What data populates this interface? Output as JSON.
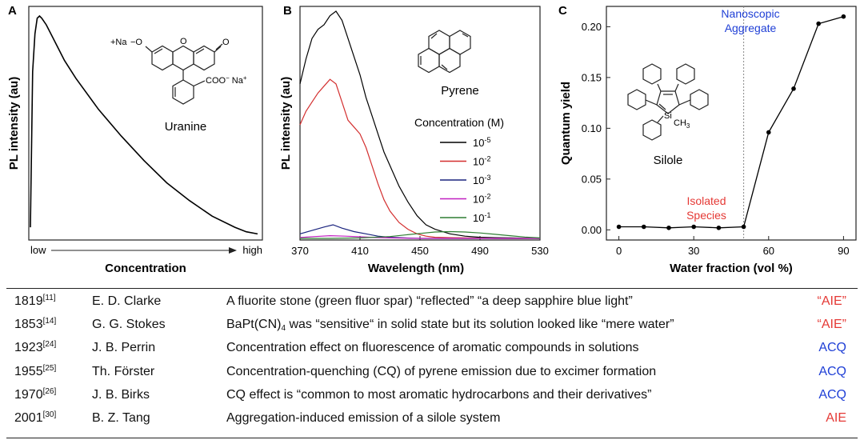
{
  "panels": {
    "A": {
      "letter": "A",
      "ylabel": "PL intensity (au)",
      "xlabel": "Concentration",
      "x_low": "low",
      "x_high": "high",
      "compound": "Uranine",
      "mol_labels": {
        "cation_left": "+Na",
        "o_minus": "−O",
        "o_ring": "O",
        "o_ketone": "O",
        "carboxylate": "COO",
        "carboxylate_charge": "−",
        "na": "Na",
        "na_charge": "+"
      }
    },
    "B": {
      "letter": "B",
      "ylabel": "PL intensity (au)",
      "xlabel": "Wavelength (nm)",
      "compound": "Pyrene",
      "legend_title": "Concentration (M)"
    },
    "C": {
      "letter": "C",
      "ylabel": "Quantum yield",
      "xlabel": "Water fraction (vol %)",
      "compound": "Silole",
      "mol_labels": {
        "si": "Si",
        "ch3": "CH",
        "ch3_sub": "3"
      },
      "annot_aggregate": [
        "Nanoscopic",
        "Aggregate"
      ],
      "annot_isolated": [
        "Isolated",
        "Species"
      ]
    }
  },
  "chart_data": [
    {
      "type": "line",
      "panel": "A",
      "title": "",
      "xlabel": "Concentration",
      "ylabel": "PL intensity (au)",
      "x_tick_labels": [
        "low",
        "high"
      ],
      "xlim": [
        0,
        1
      ],
      "ylim": [
        0,
        1
      ],
      "series": [
        {
          "color": "#000000",
          "x": [
            0,
            0.01,
            0.02,
            0.03,
            0.04,
            0.05,
            0.07,
            0.1,
            0.15,
            0.2,
            0.3,
            0.4,
            0.5,
            0.6,
            0.7,
            0.8,
            0.9,
            0.95,
            1.0
          ],
          "y": [
            0.05,
            0.75,
            0.92,
            0.99,
            1.0,
            0.99,
            0.96,
            0.9,
            0.8,
            0.72,
            0.58,
            0.46,
            0.35,
            0.25,
            0.17,
            0.1,
            0.05,
            0.03,
            0.02
          ]
        }
      ],
      "grid": false
    },
    {
      "type": "line",
      "panel": "B",
      "title": "",
      "xlabel": "Wavelength (nm)",
      "ylabel": "PL intensity (au)",
      "xlim": [
        370,
        530
      ],
      "ylim": [
        0,
        1
      ],
      "x_ticks": [
        370,
        410,
        450,
        490,
        530
      ],
      "legend": "right",
      "series": [
        {
          "name": "10-5",
          "name_base": "10",
          "name_exp": "-5",
          "color": "#000000",
          "x": [
            370,
            374,
            378,
            382,
            386,
            390,
            394,
            398,
            402,
            406,
            410,
            414,
            418,
            422,
            426,
            430,
            436,
            442,
            448,
            454,
            460,
            470,
            480,
            490,
            500,
            510,
            520,
            530
          ],
          "y": [
            0.68,
            0.79,
            0.88,
            0.92,
            0.94,
            0.98,
            1.0,
            0.96,
            0.88,
            0.8,
            0.72,
            0.62,
            0.54,
            0.46,
            0.38,
            0.32,
            0.23,
            0.16,
            0.1,
            0.06,
            0.04,
            0.02,
            0.01,
            0.005,
            0.003,
            0.002,
            0.001,
            0.0
          ]
        },
        {
          "name": "10-2",
          "name_base": "10",
          "name_exp": "-2",
          "color": "#d32f2f",
          "x": [
            370,
            374,
            378,
            382,
            386,
            390,
            394,
            398,
            402,
            406,
            410,
            414,
            418,
            422,
            426,
            430,
            436,
            442,
            448,
            454,
            460,
            470,
            480,
            490,
            500,
            510,
            520,
            530
          ],
          "y": [
            0.5,
            0.56,
            0.6,
            0.64,
            0.67,
            0.7,
            0.68,
            0.6,
            0.52,
            0.49,
            0.46,
            0.4,
            0.32,
            0.24,
            0.17,
            0.12,
            0.07,
            0.04,
            0.02,
            0.01,
            0.005,
            0.003,
            0.002,
            0.001,
            0.0,
            0.0,
            0.0,
            0.0
          ]
        },
        {
          "name": "10-3",
          "name_base": "10",
          "name_exp": "-3",
          "color": "#1a237e",
          "x": [
            370,
            378,
            386,
            392,
            398,
            406,
            414,
            422,
            430,
            440,
            450,
            470,
            490,
            510,
            530
          ],
          "y": [
            0.02,
            0.035,
            0.05,
            0.06,
            0.045,
            0.03,
            0.02,
            0.01,
            0.005,
            0.002,
            0.0,
            0.0,
            0.0,
            0.0,
            0.0
          ]
        },
        {
          "name": "10-2",
          "name_base": "10",
          "name_exp": "-2",
          "color": "#c020c0",
          "x": [
            370,
            380,
            390,
            400,
            410,
            420,
            430,
            450,
            470,
            490,
            510,
            530
          ],
          "y": [
            0.004,
            0.008,
            0.012,
            0.01,
            0.007,
            0.004,
            0.002,
            0.0,
            0.0,
            0.0,
            0.0,
            0.0
          ]
        },
        {
          "name": "10-1",
          "name_base": "10",
          "name_exp": "-1",
          "color": "#2e7d32",
          "x": [
            370,
            390,
            410,
            430,
            440,
            450,
            460,
            470,
            480,
            490,
            500,
            510,
            520,
            530
          ],
          "y": [
            0.0,
            0.0,
            0.002,
            0.008,
            0.015,
            0.022,
            0.028,
            0.03,
            0.028,
            0.024,
            0.018,
            0.012,
            0.006,
            0.002
          ]
        }
      ],
      "grid": false
    },
    {
      "type": "line",
      "panel": "C",
      "title": "",
      "xlabel": "Water fraction (vol %)",
      "ylabel": "Quantum yield",
      "xlim": [
        -5,
        95
      ],
      "ylim": [
        -0.01,
        0.22
      ],
      "x_ticks": [
        0,
        30,
        60,
        90
      ],
      "y_ticks": [
        0.0,
        0.05,
        0.1,
        0.15,
        0.2
      ],
      "y_tick_labels": [
        "0.00",
        "0.05",
        "0.10",
        "0.15",
        "0.20"
      ],
      "dashed_vline": 50,
      "series": [
        {
          "color": "#000000",
          "markers": true,
          "x": [
            0,
            10,
            20,
            30,
            40,
            50,
            60,
            70,
            80,
            90
          ],
          "y": [
            0.003,
            0.003,
            0.002,
            0.003,
            0.002,
            0.003,
            0.096,
            0.139,
            0.203,
            0.21
          ]
        }
      ],
      "grid": false
    }
  ],
  "table": {
    "rows": [
      {
        "year": "1819",
        "ref": "[11]",
        "author": "E. D. Clarke",
        "desc": "A fluorite stone (green fluor spar) “reflected” “a deep sapphire blue light”",
        "tag": "“AIE”",
        "tag_color": "#e53935"
      },
      {
        "year": "1853",
        "ref": "[14]",
        "author": "G. G. Stokes",
        "desc_pre": "BaPt(CN)",
        "desc_sub": "4",
        "desc_post": " was “sensitive“ in solid state but its solution looked like “mere water”",
        "tag": "“AIE”",
        "tag_color": "#e53935"
      },
      {
        "year": "1923",
        "ref": "[24]",
        "author": "J. B. Perrin",
        "desc": "Concentration effect on fluorescence of aromatic compounds in solutions",
        "tag": "ACQ",
        "tag_color": "#1f3fd6"
      },
      {
        "year": "1955",
        "ref": "[25]",
        "author": "Th. Förster",
        "desc": "Concentration-quenching (CQ) of pyrene emission due to excimer formation",
        "tag": "ACQ",
        "tag_color": "#1f3fd6"
      },
      {
        "year": "1970",
        "ref": "[26]",
        "author": "J. B. Birks",
        "desc": "CQ effect is “common to most aromatic hydrocarbons and their derivatives”",
        "tag": "ACQ",
        "tag_color": "#1f3fd6"
      },
      {
        "year": "2001",
        "ref": "[30]",
        "author": "B. Z. Tang",
        "desc": "Aggregation-induced emission of a silole system",
        "tag": "AIE",
        "tag_color": "#e53935"
      }
    ]
  },
  "colors": {
    "red_annotation": "#e53935",
    "blue_annotation": "#1f3fd6"
  }
}
